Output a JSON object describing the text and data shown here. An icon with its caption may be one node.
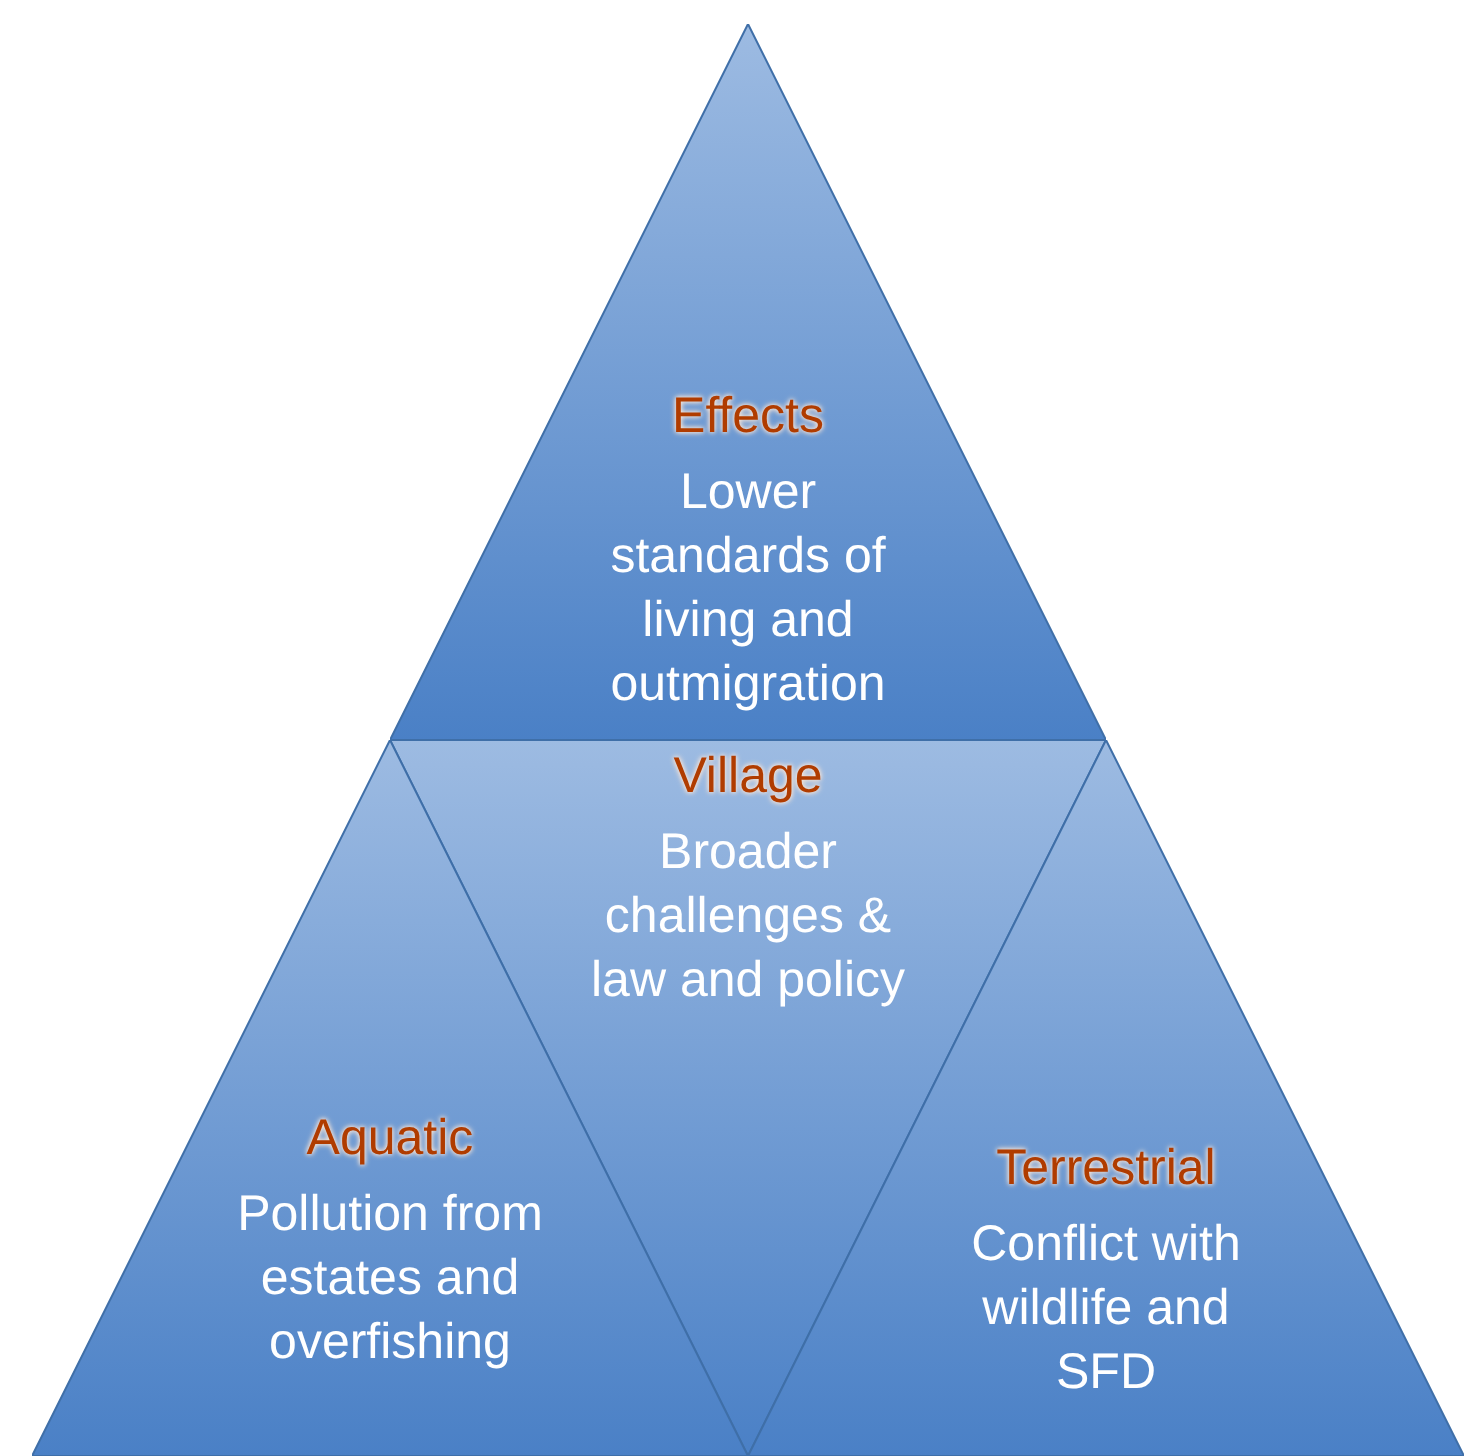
{
  "diagram": {
    "nodes": [
      {
        "text": [
          "Effects",
          "Lower standards of living and outmigration"
        ]
      },
      {
        "text": [
          "Village",
          "Broader challenges & law and policy"
        ]
      },
      {
        "text": [
          "Aquatic",
          "Pollution from estates and overfishing"
        ]
      },
      {
        "text": [
          "Terrestrial",
          "Conflict with wildlife and SFD"
        ]
      }
    ]
  }
}
